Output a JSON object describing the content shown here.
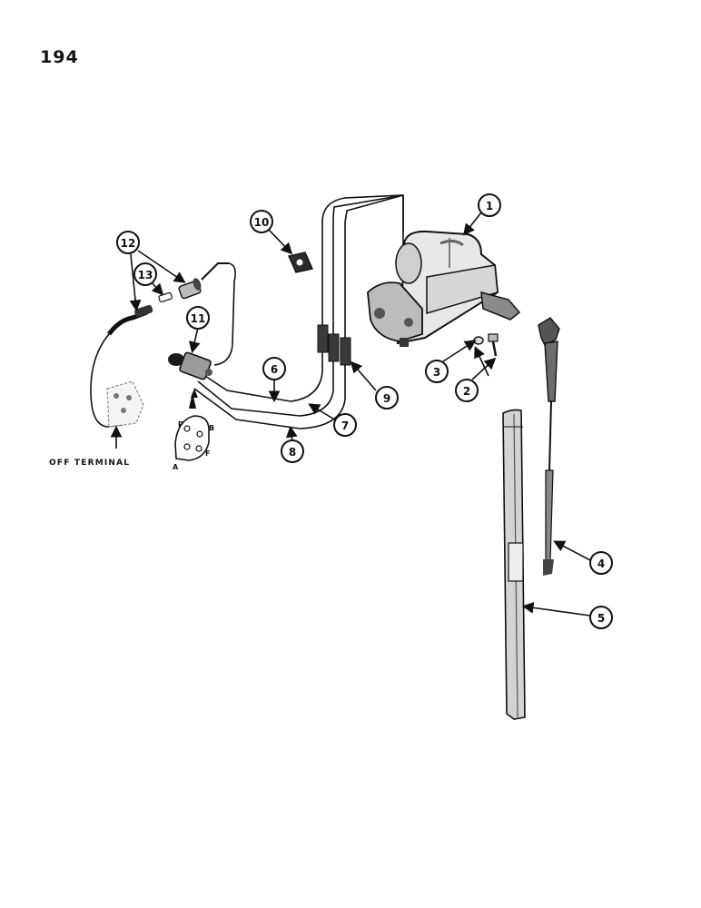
{
  "page": {
    "number": "194"
  },
  "labels": {
    "off_terminal": "OFF TERMINAL"
  },
  "switch_pins": [
    "P",
    "B",
    "F",
    "A"
  ],
  "callouts": [
    "1",
    "2",
    "3",
    "4",
    "5",
    "6",
    "7",
    "8",
    "9",
    "10",
    "11",
    "12",
    "13"
  ]
}
